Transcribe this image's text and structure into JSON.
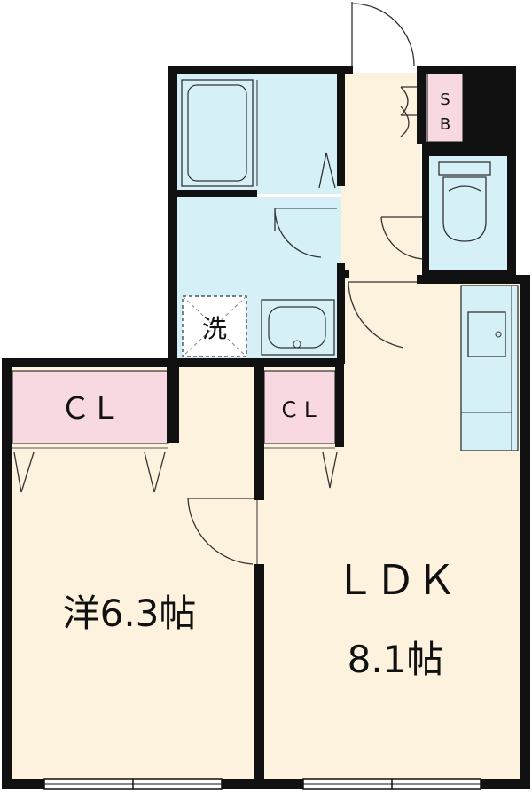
{
  "floorplan": {
    "rooms": {
      "western": {
        "name": "洋",
        "size": "6.3帖"
      },
      "ldk": {
        "name": "ＬＤＫ",
        "size": "8.1帖"
      }
    },
    "labels": {
      "closet_western": "ＣＬ",
      "closet_ldk": "ＣＬ",
      "shoe_box_top": "S",
      "shoe_box_bottom": "B",
      "washer": "洗"
    },
    "colors": {
      "floor": "#fcf2dd",
      "wet_area": "#d6f0f8",
      "closet": "#f8d9e2",
      "wall": "#111111"
    }
  }
}
